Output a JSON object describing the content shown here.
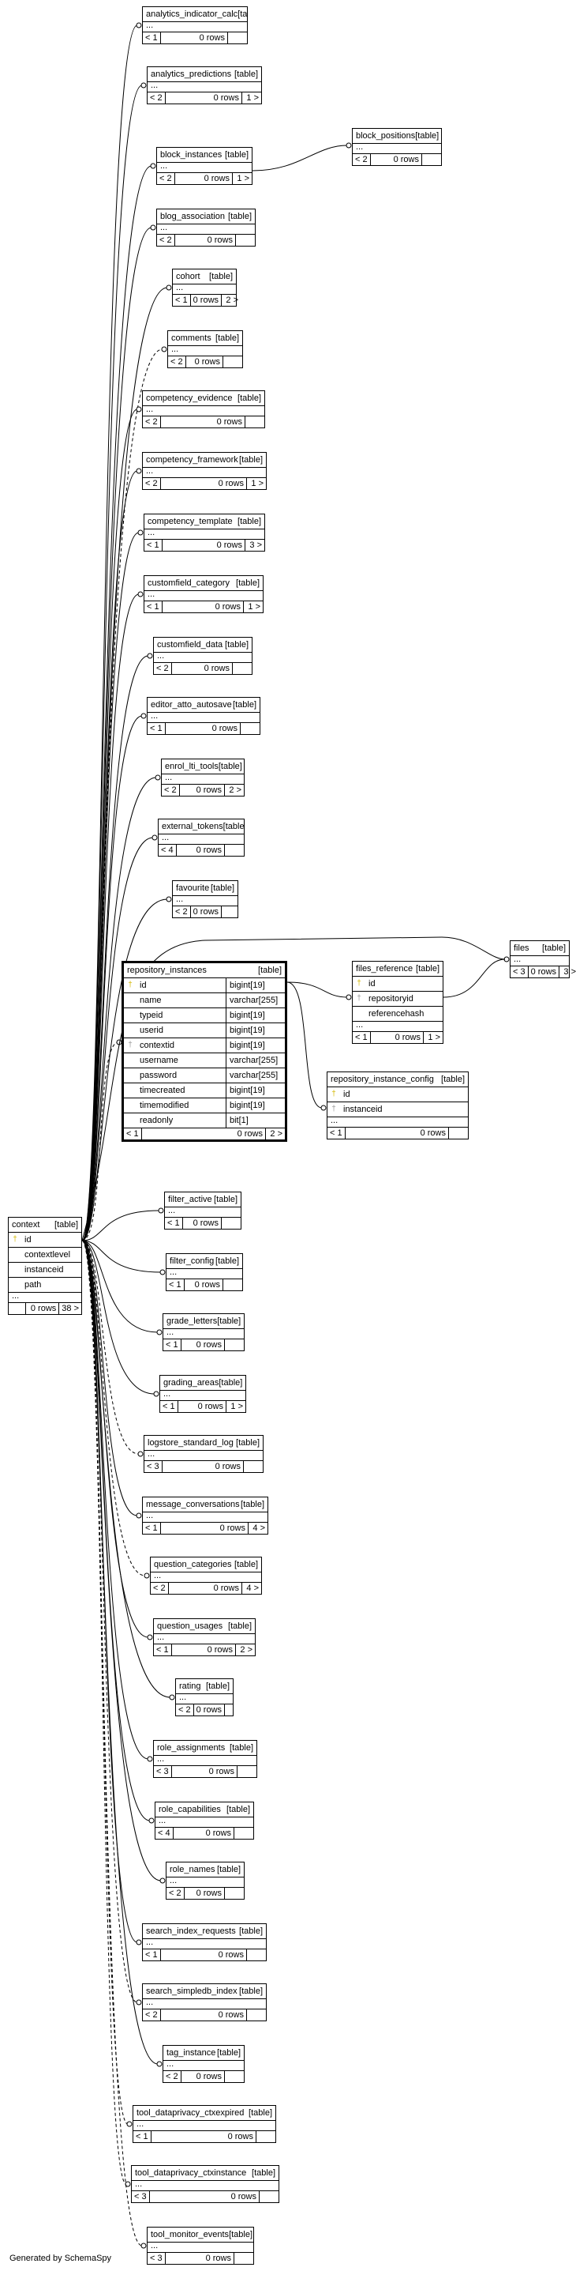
{
  "focus_table": {
    "name": "repository_instances",
    "kind": "[table]",
    "columns": [
      {
        "key": "pk",
        "name": "id",
        "type": "bigint[19]"
      },
      {
        "key": "",
        "name": "name",
        "type": "varchar[255]"
      },
      {
        "key": "",
        "name": "typeid",
        "type": "bigint[19]"
      },
      {
        "key": "",
        "name": "userid",
        "type": "bigint[19]"
      },
      {
        "key": "fk",
        "name": "contextid",
        "type": "bigint[19]"
      },
      {
        "key": "",
        "name": "username",
        "type": "varchar[255]"
      },
      {
        "key": "",
        "name": "password",
        "type": "varchar[255]"
      },
      {
        "key": "",
        "name": "timecreated",
        "type": "bigint[19]"
      },
      {
        "key": "",
        "name": "timemodified",
        "type": "bigint[19]"
      },
      {
        "key": "",
        "name": "readonly",
        "type": "bit[1]"
      }
    ],
    "footer": [
      "< 1",
      "0 rows",
      "2 >"
    ]
  },
  "context_table": {
    "name": "context",
    "kind": "[table]",
    "columns": [
      {
        "key": "pk",
        "name": "id"
      },
      {
        "key": "",
        "name": "contextlevel"
      },
      {
        "key": "",
        "name": "instanceid"
      },
      {
        "key": "",
        "name": "path"
      }
    ],
    "more": "...",
    "footer": [
      "",
      "0 rows",
      "38 >"
    ]
  },
  "files_reference_table": {
    "name": "files_reference",
    "kind": "[table]",
    "columns": [
      {
        "key": "pk",
        "name": "id"
      },
      {
        "key": "fk",
        "name": "repositoryid"
      },
      {
        "key": "",
        "name": "referencehash"
      }
    ],
    "more": "...",
    "footer": [
      "< 1",
      "0 rows",
      "1 >"
    ]
  },
  "repo_config_table": {
    "name": "repository_instance_config",
    "kind": "[table]",
    "columns": [
      {
        "key": "pk",
        "name": "id"
      },
      {
        "key": "fk",
        "name": "instanceid"
      }
    ],
    "more": "...",
    "footer": [
      "< 1",
      "0 rows",
      ""
    ]
  },
  "tables": [
    {
      "name": "analytics_indicator_calc",
      "kind": "[table]",
      "more": "...",
      "footer": [
        "< 1",
        "0 rows",
        ""
      ]
    },
    {
      "name": "analytics_predictions",
      "kind": "[table]",
      "more": "...",
      "footer": [
        "< 2",
        "0 rows",
        "1 >"
      ]
    },
    {
      "name": "block_positions",
      "kind": "[table]",
      "more": "...",
      "footer": [
        "< 2",
        "0 rows",
        ""
      ]
    },
    {
      "name": "block_instances",
      "kind": "[table]",
      "more": "...",
      "footer": [
        "< 2",
        "0 rows",
        "1 >"
      ]
    },
    {
      "name": "blog_association",
      "kind": "[table]",
      "more": "...",
      "footer": [
        "< 2",
        "0 rows",
        ""
      ]
    },
    {
      "name": "cohort",
      "kind": "[table]",
      "more": "...",
      "footer": [
        "< 1",
        "0 rows",
        "2 >"
      ]
    },
    {
      "name": "comments",
      "kind": "[table]",
      "more": "...",
      "footer": [
        "< 2",
        "0 rows",
        ""
      ]
    },
    {
      "name": "competency_evidence",
      "kind": "[table]",
      "more": "...",
      "footer": [
        "< 2",
        "0 rows",
        ""
      ]
    },
    {
      "name": "competency_framework",
      "kind": "[table]",
      "more": "...",
      "footer": [
        "< 2",
        "0 rows",
        "1 >"
      ]
    },
    {
      "name": "competency_template",
      "kind": "[table]",
      "more": "...",
      "footer": [
        "< 1",
        "0 rows",
        "3 >"
      ]
    },
    {
      "name": "customfield_category",
      "kind": "[table]",
      "more": "...",
      "footer": [
        "< 1",
        "0 rows",
        "1 >"
      ]
    },
    {
      "name": "customfield_data",
      "kind": "[table]",
      "more": "...",
      "footer": [
        "< 2",
        "0 rows",
        ""
      ]
    },
    {
      "name": "editor_atto_autosave",
      "kind": "[table]",
      "more": "...",
      "footer": [
        "< 1",
        "0 rows",
        ""
      ]
    },
    {
      "name": "enrol_lti_tools",
      "kind": "[table]",
      "more": "...",
      "footer": [
        "< 2",
        "0 rows",
        "2 >"
      ]
    },
    {
      "name": "external_tokens",
      "kind": "[table]",
      "more": "...",
      "footer": [
        "< 4",
        "0 rows",
        ""
      ]
    },
    {
      "name": "favourite",
      "kind": "[table]",
      "more": "...",
      "footer": [
        "< 2",
        "0 rows",
        ""
      ]
    },
    {
      "name": "files",
      "kind": "[table]",
      "more": "...",
      "footer": [
        "< 3",
        "0 rows",
        "3 >"
      ]
    },
    {
      "name": "filter_active",
      "kind": "[table]",
      "more": "...",
      "footer": [
        "< 1",
        "0 rows",
        ""
      ]
    },
    {
      "name": "filter_config",
      "kind": "[table]",
      "more": "...",
      "footer": [
        "< 1",
        "0 rows",
        ""
      ]
    },
    {
      "name": "grade_letters",
      "kind": "[table]",
      "more": "...",
      "footer": [
        "< 1",
        "0 rows",
        ""
      ]
    },
    {
      "name": "grading_areas",
      "kind": "[table]",
      "more": "...",
      "footer": [
        "< 1",
        "0 rows",
        "1 >"
      ]
    },
    {
      "name": "logstore_standard_log",
      "kind": "[table]",
      "more": "...",
      "footer": [
        "< 3",
        "0 rows",
        ""
      ]
    },
    {
      "name": "message_conversations",
      "kind": "[table]",
      "more": "...",
      "footer": [
        "< 1",
        "0 rows",
        "4 >"
      ]
    },
    {
      "name": "question_categories",
      "kind": "[table]",
      "more": "...",
      "footer": [
        "< 2",
        "0 rows",
        "4 >"
      ]
    },
    {
      "name": "question_usages",
      "kind": "[table]",
      "more": "...",
      "footer": [
        "< 1",
        "0 rows",
        "2 >"
      ]
    },
    {
      "name": "rating",
      "kind": "[table]",
      "more": "...",
      "footer": [
        "< 2",
        "0 rows",
        ""
      ]
    },
    {
      "name": "role_assignments",
      "kind": "[table]",
      "more": "...",
      "footer": [
        "< 3",
        "0 rows",
        ""
      ]
    },
    {
      "name": "role_capabilities",
      "kind": "[table]",
      "more": "...",
      "footer": [
        "< 4",
        "0 rows",
        ""
      ]
    },
    {
      "name": "role_names",
      "kind": "[table]",
      "more": "...",
      "footer": [
        "< 2",
        "0 rows",
        ""
      ]
    },
    {
      "name": "search_index_requests",
      "kind": "[table]",
      "more": "...",
      "footer": [
        "< 1",
        "0 rows",
        ""
      ]
    },
    {
      "name": "search_simpledb_index",
      "kind": "[table]",
      "more": "...",
      "footer": [
        "< 2",
        "0 rows",
        ""
      ]
    },
    {
      "name": "tag_instance",
      "kind": "[table]",
      "more": "...",
      "footer": [
        "< 2",
        "0 rows",
        ""
      ]
    },
    {
      "name": "tool_dataprivacy_ctxexpired",
      "kind": "[table]",
      "more": "...",
      "footer": [
        "< 1",
        "0 rows",
        ""
      ]
    },
    {
      "name": "tool_dataprivacy_ctxinstance",
      "kind": "[table]",
      "more": "...",
      "footer": [
        "< 3",
        "0 rows",
        ""
      ]
    },
    {
      "name": "tool_monitor_events",
      "kind": "[table]",
      "more": "...",
      "footer": [
        "< 3",
        "0 rows",
        ""
      ]
    }
  ],
  "footer_note": "Generated by SchemaSpy"
}
